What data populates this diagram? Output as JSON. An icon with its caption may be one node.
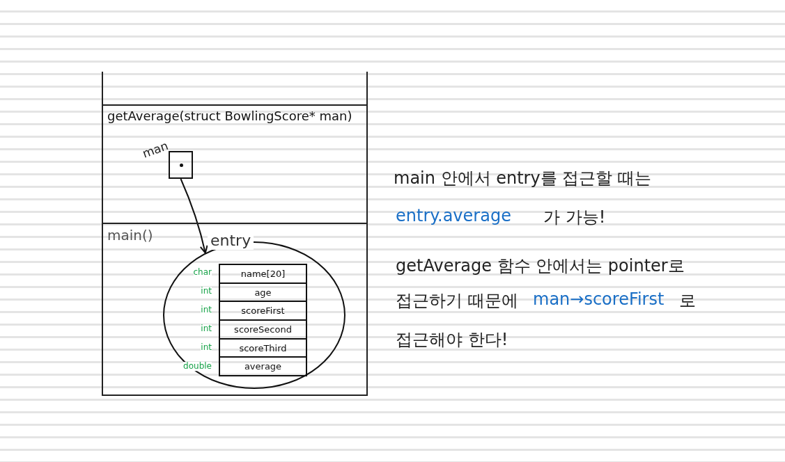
{
  "diagram": {
    "nodes": [
      {
        "text": [
          "getAverage(struct BowlingScore* man)"
        ]
      },
      {
        "text": [],
        "shape": "box",
        "in": 0,
        "beside": [
          "man"
        ]
      },
      {
        "text": [
          "main()"
        ]
      },
      {
        "text": [
          "entry"
        ],
        "in": 2
      },
      {
        "text": [],
        "shape": "box",
        "in": 3
      },
      {
        "text": [
          "name[20]"
        ],
        "in": 4
      },
      {
        "text": [
          "age"
        ],
        "in": 4
      },
      {
        "text": [
          "scoreFirst"
        ],
        "in": 4
      },
      {
        "text": [
          "scoreSecond"
        ],
        "in": 4
      },
      {
        "text": [
          "scoreThird"
        ],
        "in": 4
      },
      {
        "text": [
          "average"
        ],
        "in": 4
      }
    ],
    "edges": [
      {
        "from": 1,
        "to": 3,
        "arrow": "to"
      }
    ],
    "labels": [
      "char",
      "int",
      "int",
      "int",
      "int",
      "double",
      "main 안에서 entry를 접근할 때는",
      "entry.average",
      "가 가능!",
      "getAverage 함수 안에서는 pointer로",
      "접근하기 때문에",
      "man→scoreFirst",
      "로",
      "접근해야 한다!"
    ]
  }
}
